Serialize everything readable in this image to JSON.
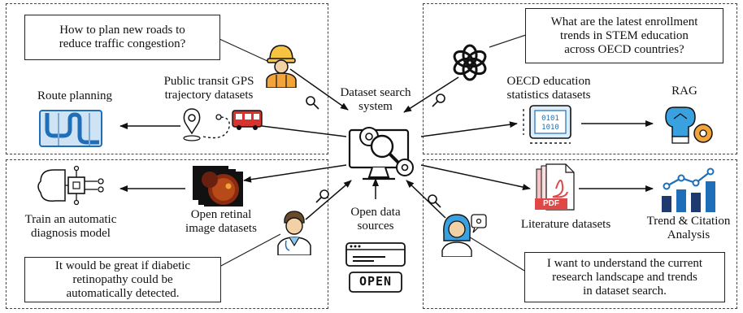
{
  "center": {
    "title_line1": "Dataset search",
    "title_line2": "system"
  },
  "top_left": {
    "question_line1": "How to plan new roads to",
    "question_line2": "reduce traffic congestion?",
    "dataset_line1": "Public transit GPS",
    "dataset_line2": "trajectory datasets",
    "task": "Route planning"
  },
  "top_right": {
    "question_line1": "What are the latest enrollment",
    "question_line2": "trends in STEM education",
    "question_line3": "across OECD countries?",
    "dataset_line1": "OECD education",
    "dataset_line2": "statistics datasets",
    "task": "RAG"
  },
  "bottom_left": {
    "dataset_line1": "Open retinal",
    "dataset_line2": "image datasets",
    "task_line1": "Train an automatic",
    "task_line2": "diagnosis model",
    "statement_line1": "It would be great if diabetic",
    "statement_line2": "retinopathy could be",
    "statement_line3": "automatically detected."
  },
  "bottom_center": {
    "source_line1": "Open data",
    "source_line2": "sources",
    "open_sign": "OPEN"
  },
  "bottom_right": {
    "dataset": "Literature datasets",
    "pdf_label": "PDF",
    "task_line1": "Trend & Citation",
    "task_line2": "Analysis",
    "statement_line1": "I want to understand the current",
    "statement_line2": "research landscape and trends",
    "statement_line3": "in dataset search."
  },
  "colors": {
    "accent_blue": "#1e6fb8",
    "panel_border": "#444444",
    "worker_vest": "#f2a33a",
    "bus_red": "#d8332c",
    "pdf_red": "#e04848",
    "retina_red": "#8a2a10"
  }
}
